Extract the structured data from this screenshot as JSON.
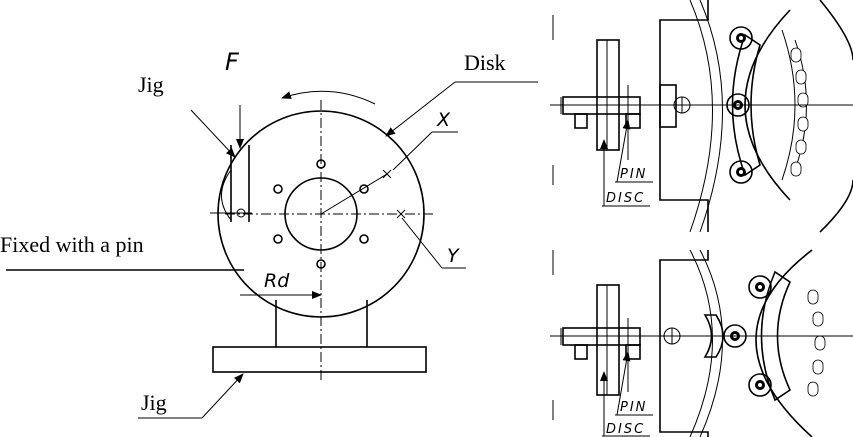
{
  "labels": {
    "force": "F",
    "jig_top": "Jig",
    "disk": "Disk",
    "point_x": "X",
    "point_y": "Y",
    "fixed_with_pin": "Fixed with a pin",
    "radius": "Rd",
    "jig_bottom": "Jig",
    "pin_1": "PIN",
    "disc_1": "DISC",
    "pin_2": "PIN",
    "disc_2": "DISC"
  }
}
